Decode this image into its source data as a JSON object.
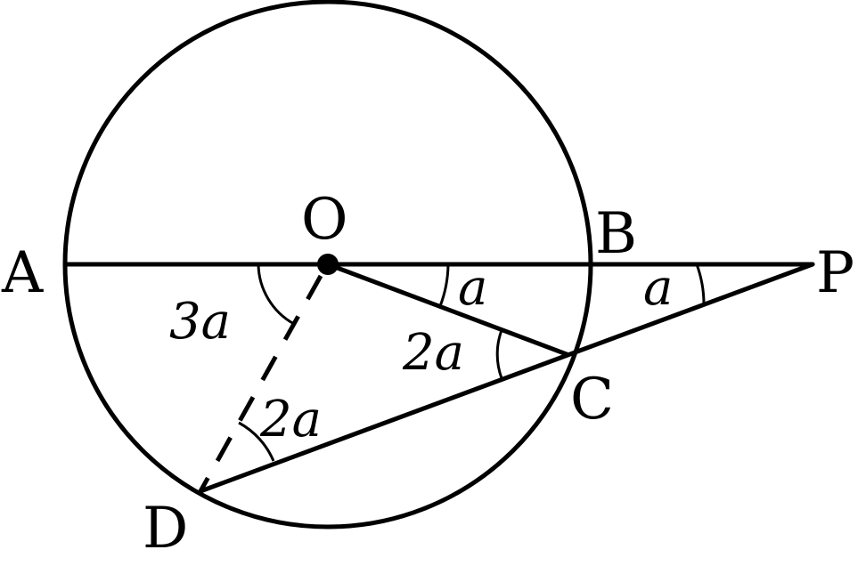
{
  "points": {
    "A": "A",
    "O": "O",
    "B": "B",
    "P": "P",
    "C": "C",
    "D": "D"
  },
  "angles": {
    "a_at_O": "a",
    "a_at_P": "a",
    "two_a_at_C": "2a",
    "two_a_at_D": "2a",
    "three_a_at_O": "3a"
  },
  "colors": {
    "stroke": "#000000",
    "background": "#ffffff"
  }
}
